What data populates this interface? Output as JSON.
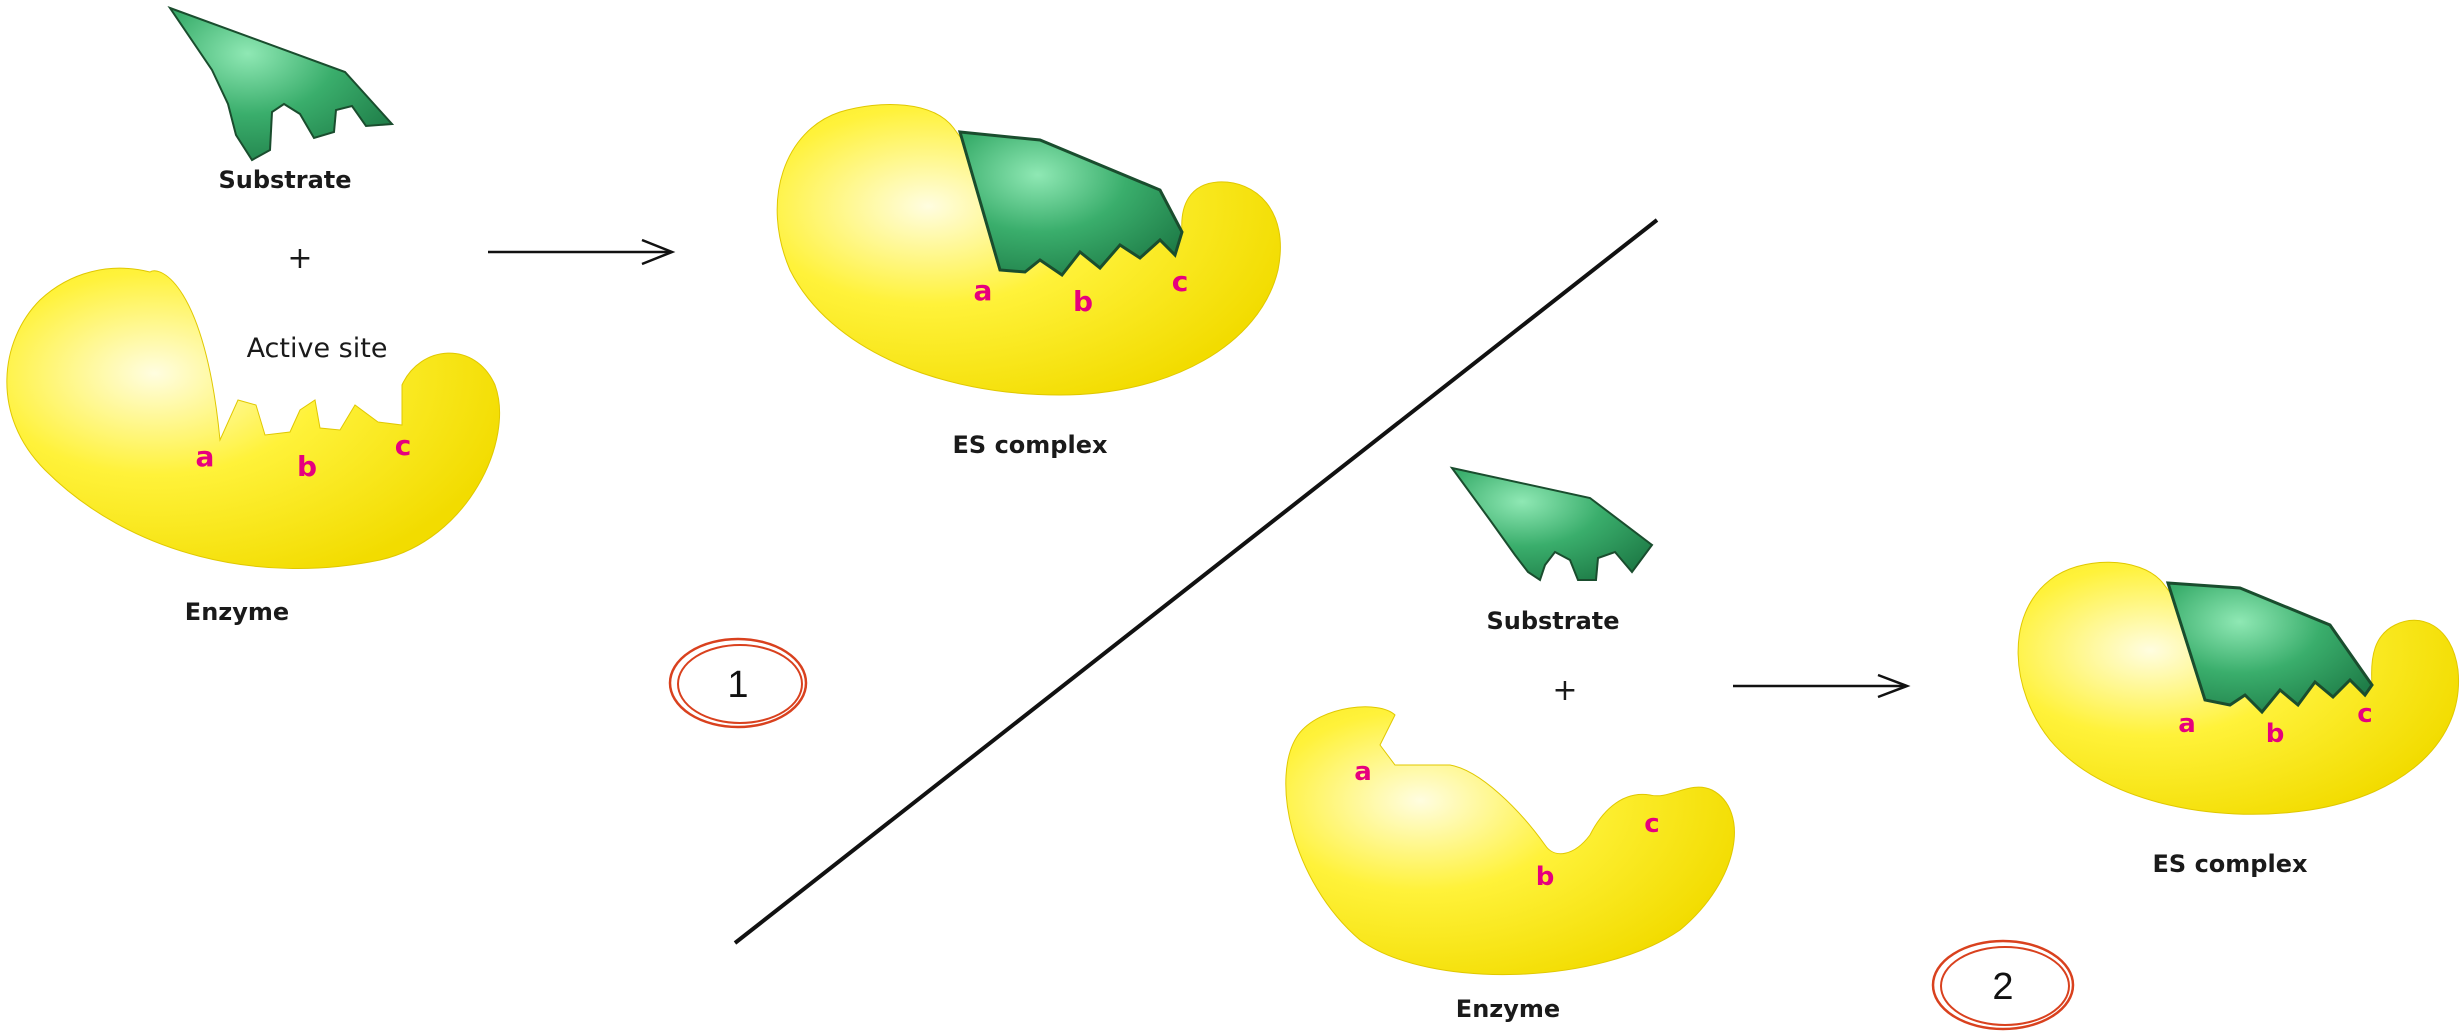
{
  "colors": {
    "enzyme_fill": "#fff200",
    "enzyme_highlight": "#fffde0",
    "substrate_fill": "#2e9a5c",
    "substrate_highlight": "#7fe0a8",
    "site_label": "#e6007e",
    "circle_stroke": "#d9411e",
    "line": "#111111"
  },
  "panel1": {
    "substrate_label": "Substrate",
    "plus": "+",
    "active_site_label": "Active site",
    "enzyme_label": "Enzyme",
    "es_complex_label": "ES complex",
    "site_a": "a",
    "site_b": "b",
    "site_c": "c",
    "complex_site_a": "a",
    "complex_site_b": "b",
    "complex_site_c": "c",
    "number": "1"
  },
  "panel2": {
    "substrate_label": "Substrate",
    "plus": "+",
    "enzyme_label": "Enzyme",
    "es_complex_label": "ES complex",
    "site_a": "a",
    "site_b": "b",
    "site_c": "c",
    "complex_site_a": "a",
    "complex_site_b": "b",
    "complex_site_c": "c",
    "number": "2"
  }
}
